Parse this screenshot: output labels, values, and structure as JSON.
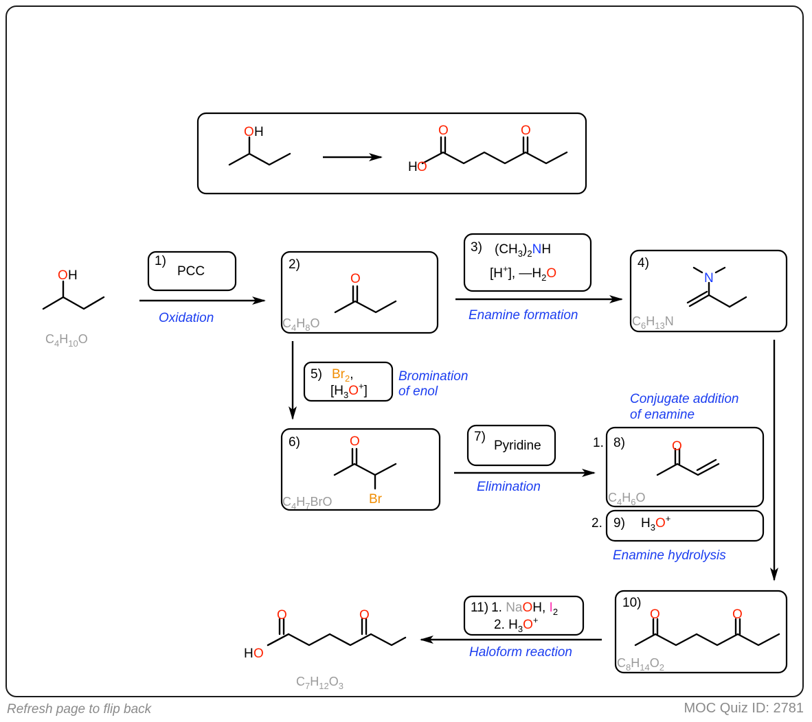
{
  "overview": {
    "start_O": "O",
    "start_H": "H",
    "product_HO_H": "H",
    "product_HO_O": "O",
    "product_O1": "O",
    "product_O2": "O"
  },
  "start": {
    "O": "O",
    "H": "H",
    "formula": {
      "C": "C",
      "c_sub": "4",
      "H": "H",
      "h_sub": "10",
      "O": "O"
    }
  },
  "step1": {
    "number": "1)",
    "reagent": "PCC",
    "note": "Oxidation"
  },
  "step2": {
    "number": "2)",
    "O": "O",
    "formula": {
      "C": "C",
      "c_sub": "4",
      "H": "H",
      "h_sub": "8",
      "O": "O"
    }
  },
  "step3": {
    "number": "3)",
    "line1_a": "(CH",
    "line1_sub": "3",
    "line1_b": ")",
    "line1_sub2": "2",
    "line1_N": "N",
    "line1_H": "H",
    "line2_a": "[H",
    "line2_sup": "+",
    "line2_b": "], —H",
    "line2_sub": "2",
    "line2_O": "O",
    "note": "Enamine formation"
  },
  "step4": {
    "number": "4)",
    "N": "N",
    "formula": {
      "C": "C",
      "c_sub": "6",
      "H": "H",
      "h_sub": "13",
      "N": "N"
    }
  },
  "step5": {
    "number": "5)",
    "Br": "Br",
    "br_sub": "2",
    "comma": ",",
    "line2_a": "[H",
    "line2_sub": "3",
    "line2_O": "O",
    "line2_sup": "+",
    "line2_b": "]",
    "note_line1": "Bromination",
    "note_line2": "of enol"
  },
  "step6": {
    "number": "6)",
    "O": "O",
    "Br": "Br",
    "formula": {
      "C": "C",
      "c_sub": "4",
      "H": "H",
      "h_sub": "7",
      "rest": "BrO"
    }
  },
  "step7": {
    "number": "7)",
    "reagent": "Pyridine",
    "note": "Elimination"
  },
  "step8": {
    "prefix": "1.",
    "number": "8)",
    "O": "O",
    "note_line1": "Conjugate addition",
    "note_line2": "of enamine",
    "formula": {
      "C": "C",
      "c_sub": "4",
      "H": "H",
      "h_sub": "6",
      "O": "O"
    }
  },
  "step9": {
    "prefix": "2.",
    "number": "9)",
    "reagent_H": "H",
    "reagent_sub": "3",
    "reagent_O": "O",
    "reagent_sup": "+",
    "note": "Enamine hydrolysis"
  },
  "step10": {
    "number": "10)",
    "O1": "O",
    "O2": "O",
    "formula": {
      "C": "C",
      "c_sub": "8",
      "H": "H",
      "h_sub": "14",
      "O": "O",
      "o_sub": "2"
    }
  },
  "step11": {
    "number": "11)",
    "l1_a": "1. ",
    "l1_Na": "Na",
    "l1_O": "O",
    "l1_H": "H, ",
    "l1_I": "I",
    "l1_sub": "2",
    "l2_a": "2. H",
    "l2_sub": "3",
    "l2_O": "O",
    "l2_sup": "+",
    "note": "Haloform reaction"
  },
  "final": {
    "H": "H",
    "O_ho": "O",
    "O1": "O",
    "O2": "O",
    "formula": {
      "C": "C",
      "c_sub": "7",
      "H": "H",
      "h_sub": "12",
      "O": "O",
      "o_sub": "3"
    }
  },
  "footer": {
    "left": "Refresh page to flip back",
    "right": "MOC Quiz ID: 2781"
  }
}
